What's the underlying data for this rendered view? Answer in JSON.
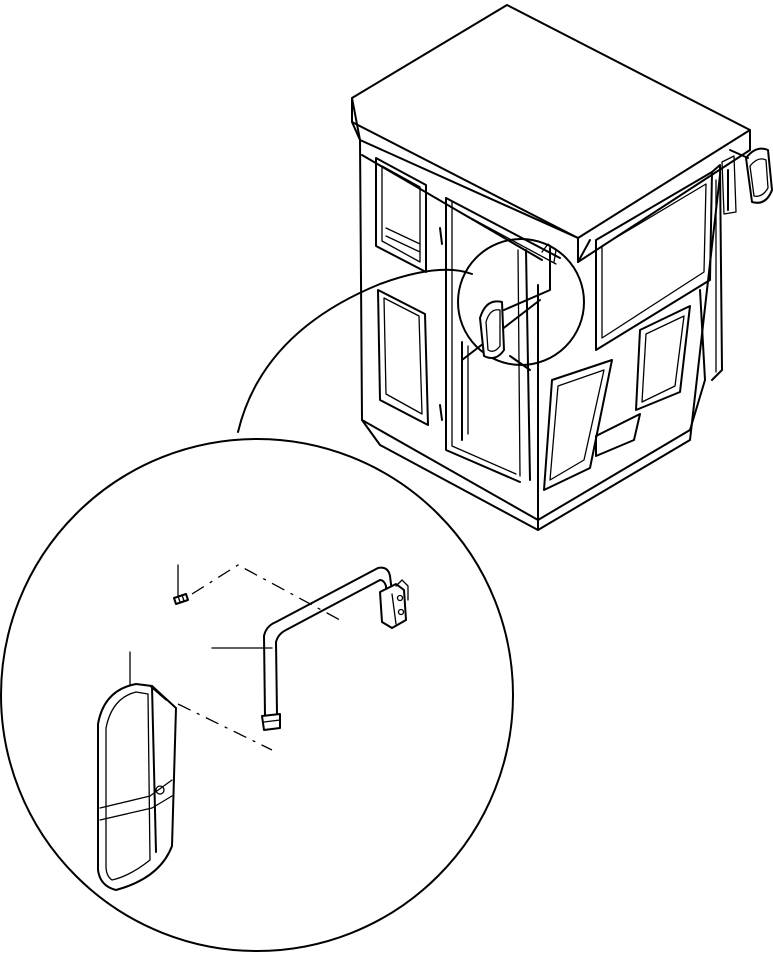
{
  "diagram": {
    "colors": {
      "line": "#000000",
      "background": "#ffffff"
    },
    "parts": [
      {
        "name": "operator-cab"
      },
      {
        "name": "detail-circle"
      },
      {
        "name": "rear-view-mirror"
      },
      {
        "name": "mirror-stay"
      },
      {
        "name": "bolt"
      }
    ]
  }
}
